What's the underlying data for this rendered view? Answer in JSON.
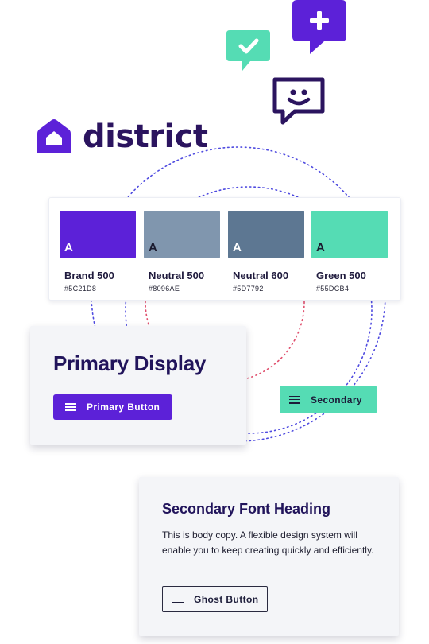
{
  "colors": {
    "brand": "#5C21D8",
    "green": "#55DCB4",
    "dark_purple": "#2B145F",
    "dotted_blue": "#4f4be0",
    "dotted_red": "#e0506e"
  },
  "icons": {
    "logo": "house-icon",
    "plus_bubble": "plus-icon",
    "check_bubble": "check-icon",
    "smile_bubble": "smile-icon",
    "menu": "menu-icon"
  },
  "logo": {
    "wordmark": "district"
  },
  "palette": {
    "swatches": [
      {
        "letter": "A",
        "name": "Brand 500",
        "hex": "#5C21D8",
        "color": "#5C21D8",
        "letter_color": "#ffffff"
      },
      {
        "letter": "A",
        "name": "Neutral 500",
        "hex": "#8096AE",
        "color": "#8096AE",
        "letter_color": "#1a1a2e"
      },
      {
        "letter": "A",
        "name": "Neutral 600",
        "hex": "#5D7792",
        "color": "#5D7792",
        "letter_color": "#ffffff"
      },
      {
        "letter": "A",
        "name": "Green 500",
        "hex": "#55DCB4",
        "color": "#55DCB4",
        "letter_color": "#1a1a2e"
      }
    ]
  },
  "primary_card": {
    "heading": "Primary Display",
    "button_label": "Primary Button"
  },
  "secondary_button": {
    "label": "Secondary"
  },
  "secondary_card": {
    "heading": "Secondary Font Heading",
    "body": "This is body copy. A flexible design system will enable you to keep creating quickly and efficiently.",
    "button_label": "Ghost Button"
  }
}
